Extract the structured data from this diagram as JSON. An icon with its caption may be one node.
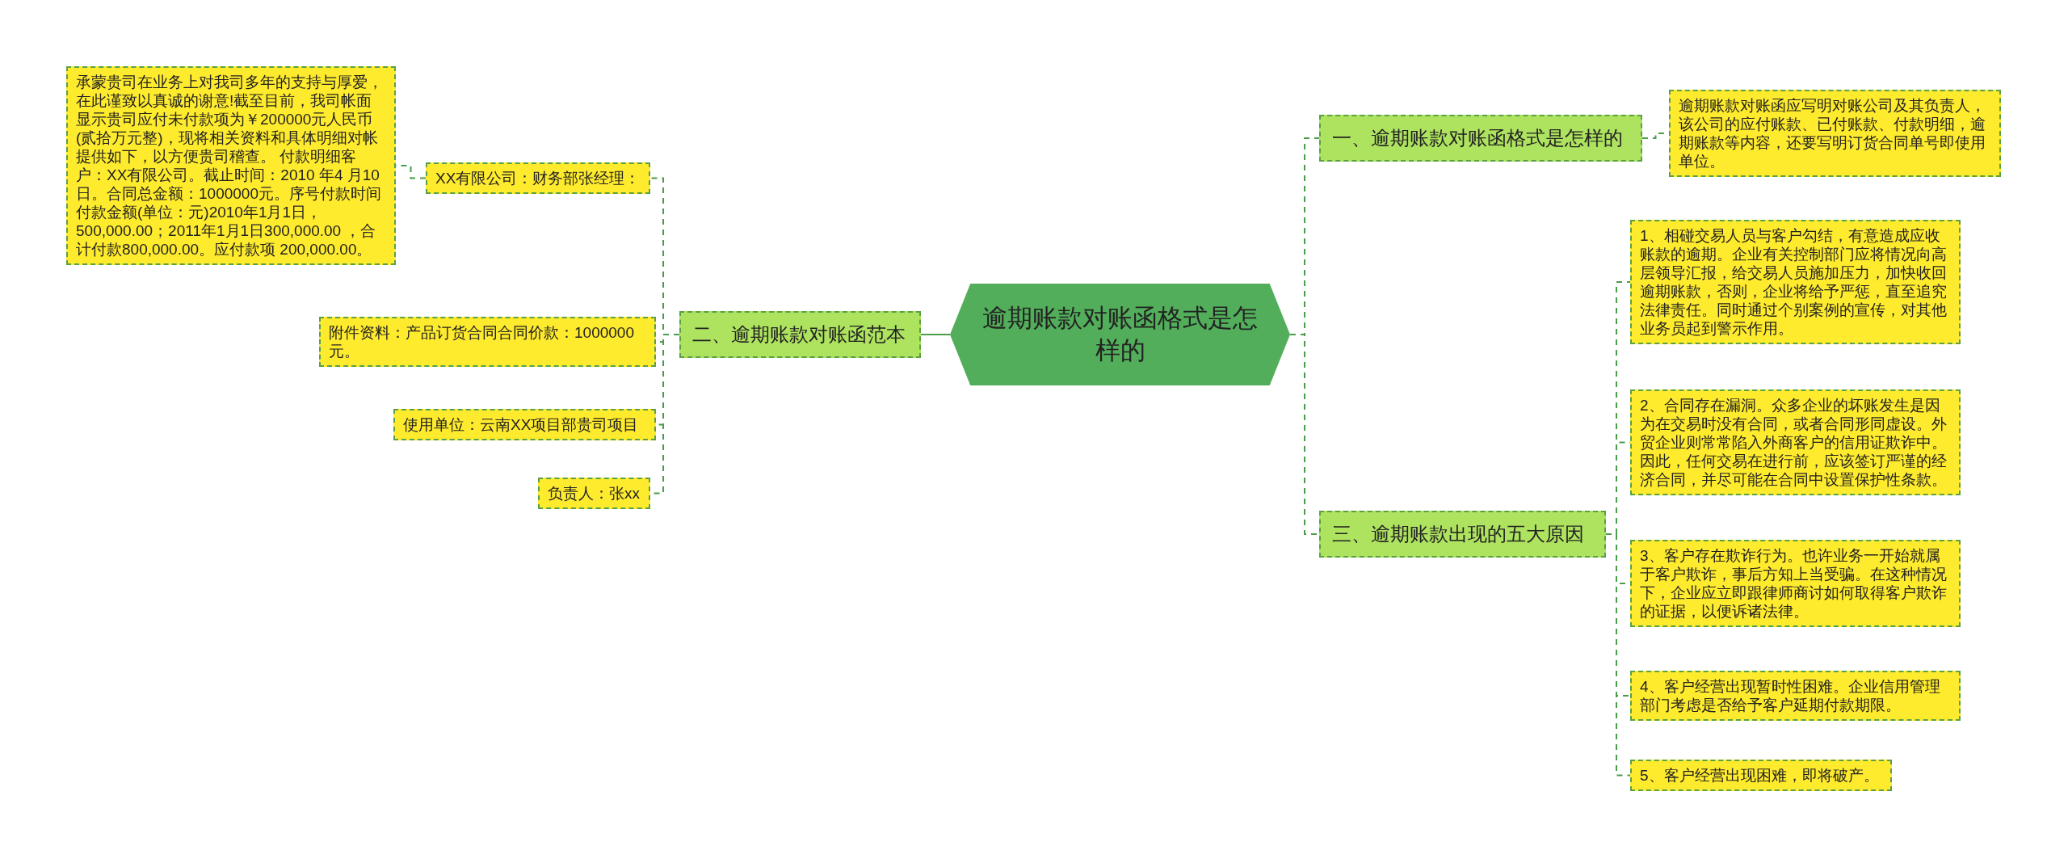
{
  "diagram": {
    "nodes": [
      {
        "text": [
          "逾期账款对账函格式是怎样的"
        ]
      },
      {
        "text": [
          "一、逾期账款对账函格式是怎样的"
        ]
      },
      {
        "text": [
          "逾期账款对账函应写明对账公司及其负责人，该公司的应付账款、已付账款、付款明细，逾期账款等内容，还要写明订货合同单号即使用单位。"
        ]
      },
      {
        "text": [
          "二、逾期账款对账函范本"
        ]
      },
      {
        "text": [
          "承蒙贵司在业务上对我司多年的支持与厚爱，在此谨致以真诚的谢意!截至目前，我司帐面显示贵司应付未付款项为￥200000元人民币(贰拾万元整)，现将相关资料和具体明细对帐提供如下，以方便贵司稽查。 付款明细客户：XX有限公司。截止时间：2010 年4 月10日。合同总金额：1000000元。序号付款时间付款金额(单位：元)2010年1月1日，500,000.00；2011年1月1日300,000.00 ，合计付款800,000.00。应付款项 200,000.00。"
        ]
      },
      {
        "text": [
          "XX有限公司：财务部张经理："
        ]
      },
      {
        "text": [
          "附件资料：产品订货合同合同价款：1000000元。"
        ]
      },
      {
        "text": [
          "使用单位：云南XX项目部贵司项目"
        ]
      },
      {
        "text": [
          "负责人：张xx"
        ]
      },
      {
        "text": [
          "三、逾期账款出现的五大原因"
        ]
      },
      {
        "text": [
          "1、相碰交易人员与客户勾结，有意造成应收账款的逾期。企业有关控制部门应将情况向高层领导汇报，给交易人员施加压力，加快收回逾期账款，否则，企业将给予严惩，直至追究法律责任。同时通过个别案例的宣传，对其他业务员起到警示作用。"
        ]
      },
      {
        "text": [
          "2、合同存在漏洞。众多企业的坏账发生是因为在交易时没有合同，或者合同形同虚设。外贸企业则常常陷入外商客户的信用证欺诈中。因此，任何交易在进行前，应该签订严谨的经济合同，并尽可能在合同中设置保护性条款。"
        ]
      },
      {
        "text": [
          "3、客户存在欺诈行为。也许业务一开始就属于客户欺诈，事后方知上当受骗。在这种情况下，企业应立即跟律师商讨如何取得客户欺诈的证据，以便诉诸法律。"
        ]
      },
      {
        "text": [
          "4、客户经营出现暂时性困难。企业信用管理部门考虑是否给予客户延期付款期限。"
        ]
      },
      {
        "text": [
          "5、客户经营出现困难，即将破产。"
        ]
      }
    ],
    "edges": [
      {
        "from": 0,
        "to": 1,
        "arrow": "none",
        "style": "dashed"
      },
      {
        "from": 1,
        "to": 2,
        "arrow": "none",
        "style": "dashed"
      },
      {
        "from": 0,
        "to": 3,
        "arrow": "none"
      },
      {
        "from": 3,
        "to": 5,
        "arrow": "none",
        "style": "dashed"
      },
      {
        "from": 5,
        "to": 4,
        "arrow": "none",
        "style": "dashed"
      },
      {
        "from": 3,
        "to": 6,
        "arrow": "none",
        "style": "dashed"
      },
      {
        "from": 3,
        "to": 7,
        "arrow": "none",
        "style": "dashed"
      },
      {
        "from": 3,
        "to": 8,
        "arrow": "none",
        "style": "dashed"
      },
      {
        "from": 0,
        "to": 9,
        "arrow": "none",
        "style": "dashed"
      },
      {
        "from": 9,
        "to": 10,
        "arrow": "none",
        "style": "dashed"
      },
      {
        "from": 9,
        "to": 11,
        "arrow": "none",
        "style": "dashed"
      },
      {
        "from": 9,
        "to": 12,
        "arrow": "none",
        "style": "dashed"
      },
      {
        "from": 9,
        "to": 13,
        "arrow": "none",
        "style": "dashed"
      },
      {
        "from": 9,
        "to": 14,
        "arrow": "none",
        "style": "dashed"
      }
    ]
  }
}
